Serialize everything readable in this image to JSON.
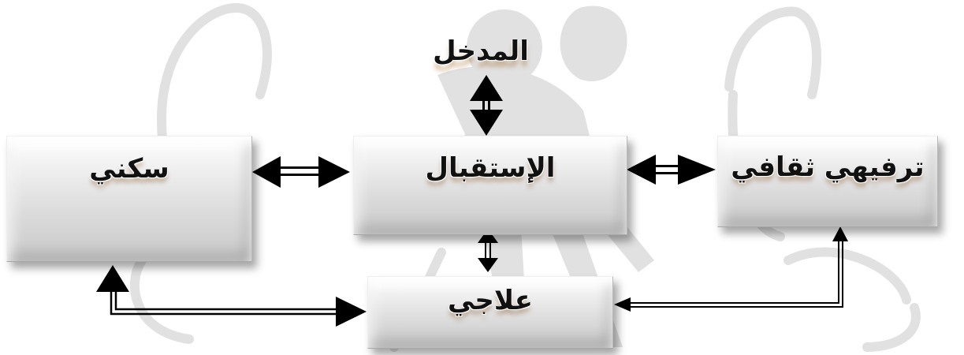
{
  "diagram": {
    "entrance_label": "المدخل",
    "nodes": {
      "reception": "الإستقبال",
      "residential": "سكني",
      "recreational_cultural": "ترفيهي ثقافي",
      "therapeutic": "علاجي"
    }
  },
  "colors": {
    "box_light": "#ffffff",
    "box_dark": "#c8c8c8",
    "arrow": "#000000",
    "watermark": "#d8d8d8"
  },
  "icons": {
    "watermark": "elderly-person-with-cane-icon"
  }
}
